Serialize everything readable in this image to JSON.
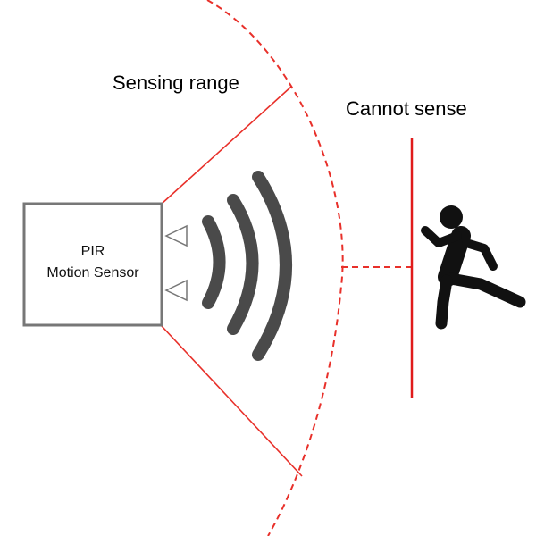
{
  "labels": {
    "sensing_range": "Sensing range",
    "cannot_sense": "Cannot sense"
  },
  "sensor": {
    "line1": "PIR",
    "line2": "Motion Sensor"
  },
  "colors": {
    "range_line": "#e8302a",
    "range_arc": "#e8302a",
    "barrier": "#e01b1b",
    "sensor_box": "#777777",
    "waves": "#4a4a4a",
    "emitter_triangles": "#777777",
    "person": "#111111"
  },
  "icons": {
    "person": "running-person-icon",
    "waves": "signal-waves-icon",
    "emitters": "triangle-emitter-icon"
  }
}
